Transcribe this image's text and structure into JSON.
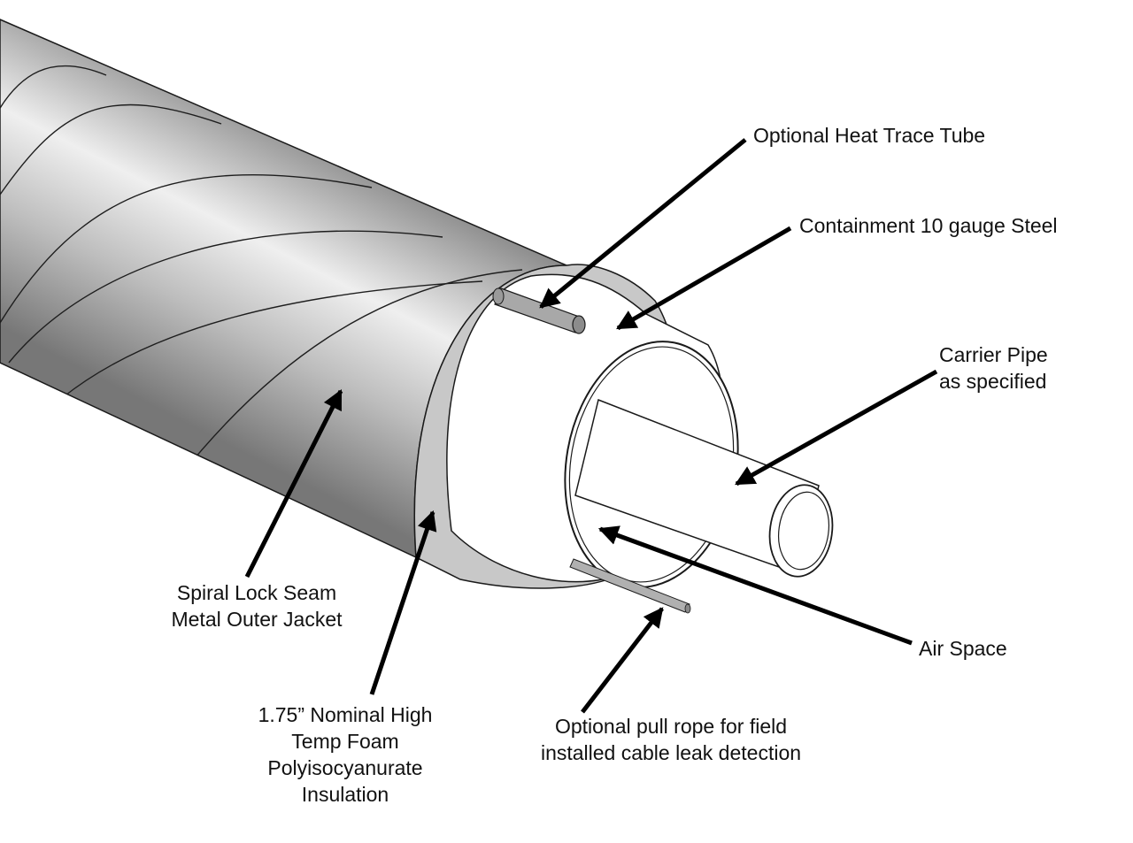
{
  "labels": {
    "heat_trace": "Optional Heat Trace Tube",
    "containment": "Containment 10 gauge Steel",
    "carrier_line1": "Carrier Pipe",
    "carrier_line2": "as specified",
    "air_space": "Air Space",
    "pull_rope_line1": "Optional pull rope for field",
    "pull_rope_line2": "installed cable leak detection",
    "insulation_line1": "1.75” Nominal High",
    "insulation_line2": "Temp Foam",
    "insulation_line3": "Polyisocyanurate",
    "insulation_line4": "Insulation",
    "jacket_line1": "Spiral Lock Seam",
    "jacket_line2": "Metal Outer Jacket"
  },
  "colors": {
    "jacket_dark": "#6e6e6e",
    "jacket_light": "#ececec",
    "insulation": "#c9c9c9",
    "containment": "#ffffff",
    "outline": "#222222",
    "text": "#111111"
  }
}
